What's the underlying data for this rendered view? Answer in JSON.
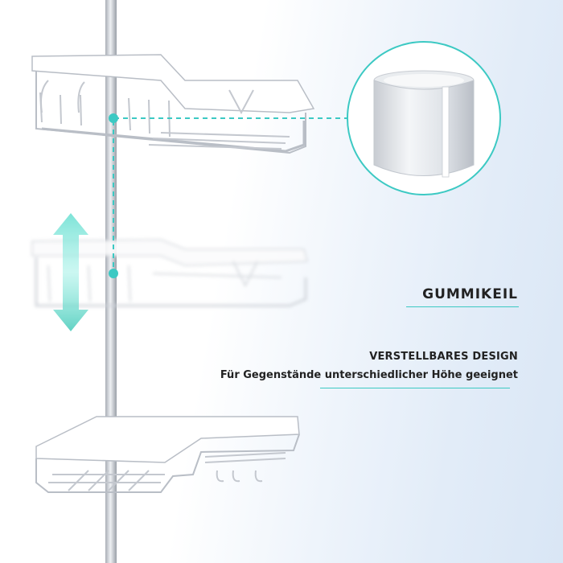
{
  "labels": {
    "rubber_wedge": "GUMMIKEIL",
    "design_title": "VERSTELLBARES DESIGN",
    "design_desc": "Für Gegenstände unterschiedlicher Höhe geeignet"
  },
  "colors": {
    "accent": "#3cc9c3",
    "arrow": "#5fd3c8",
    "pole": "#c9cdd3",
    "shelf": "#ffffff",
    "shelf_outline": "#b9bec6",
    "text": "#222222"
  }
}
